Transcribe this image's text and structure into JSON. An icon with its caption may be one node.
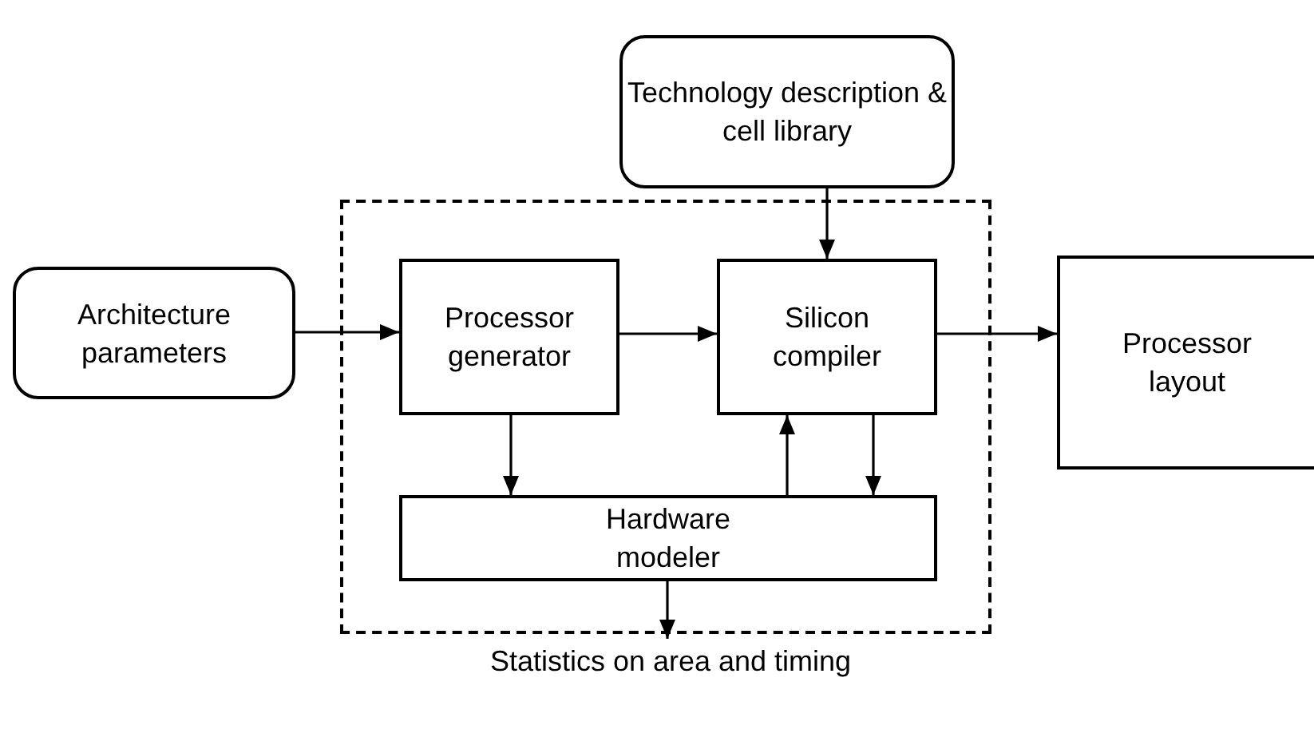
{
  "diagram": {
    "nodes": [
      {
        "text": [
          "Technology description & cell library"
        ]
      },
      {
        "text": [],
        "shape": "box"
      },
      {
        "text": [
          "Architecture parameters"
        ]
      },
      {
        "text": [
          "Processor generator"
        ],
        "in": 1
      },
      {
        "text": [
          "Silicon compiler"
        ],
        "in": 1
      },
      {
        "text": [
          "Processor layout"
        ]
      },
      {
        "text": [
          "Hardware modeler"
        ],
        "in": 1
      },
      {
        "text": [
          "Statistics on area and timing"
        ]
      }
    ],
    "edges": [
      {
        "from": 0,
        "to": 4,
        "arrow": "to"
      },
      {
        "from": 2,
        "to": 3,
        "arrow": "to"
      },
      {
        "from": 3,
        "to": 4,
        "arrow": "to"
      },
      {
        "from": 4,
        "to": 5,
        "arrow": "to"
      },
      {
        "from": 3,
        "to": 6,
        "arrow": "to"
      },
      {
        "from": 6,
        "to": 4,
        "arrow": "to"
      },
      {
        "from": 4,
        "to": 6,
        "arrow": "to"
      },
      {
        "from": 6,
        "to": 7,
        "arrow": "to"
      }
    ]
  }
}
